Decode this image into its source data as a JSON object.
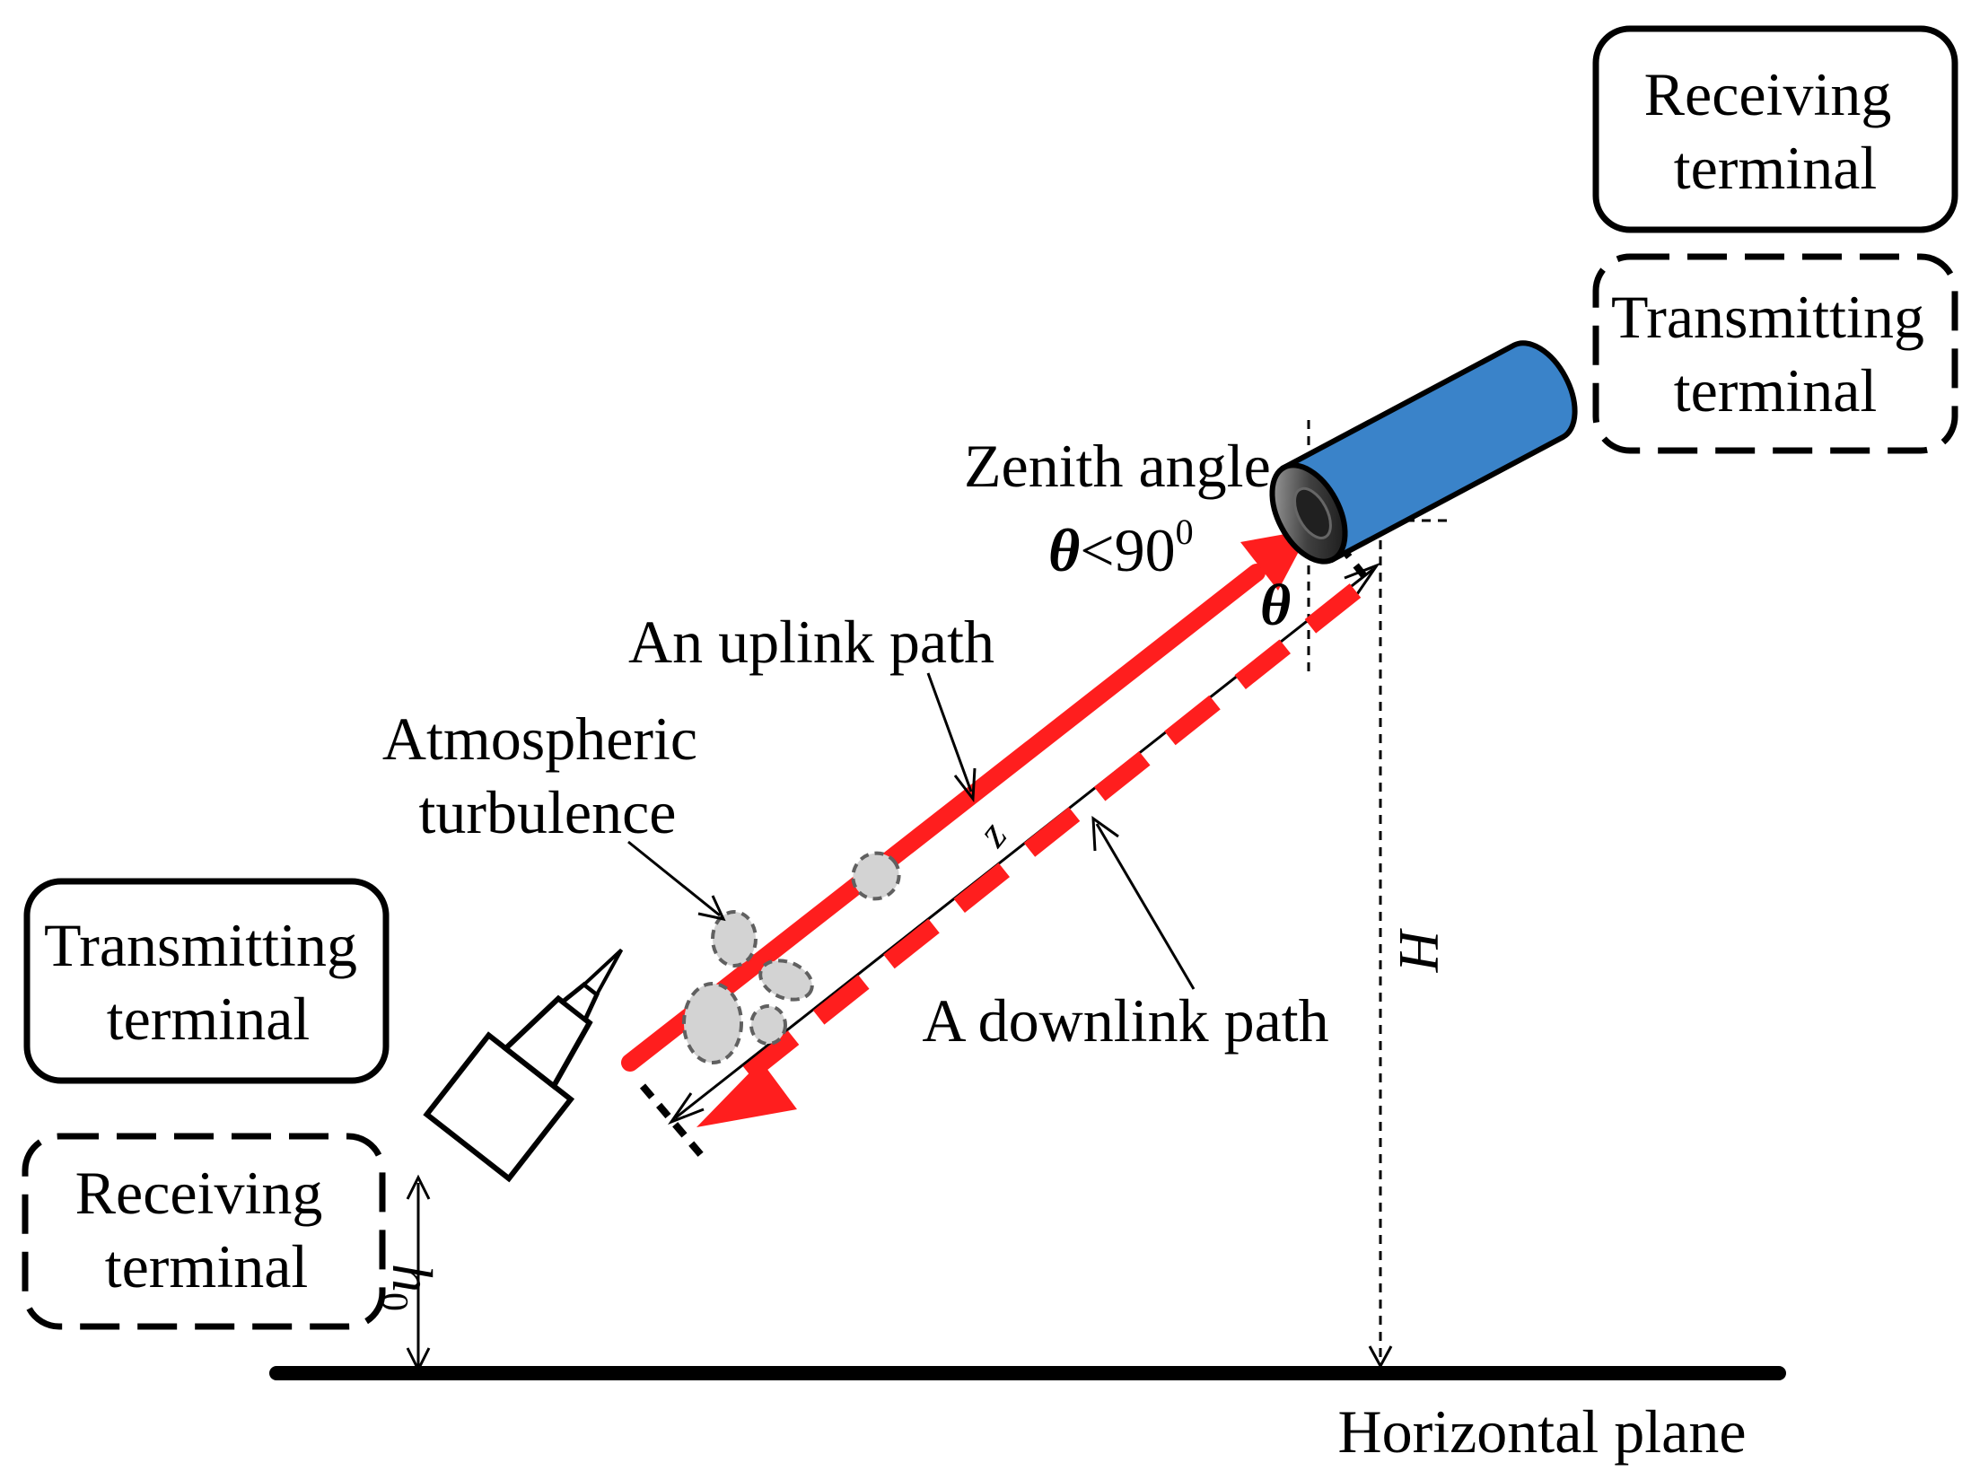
{
  "labels": {
    "top_receiving": [
      "Receiving",
      "terminal"
    ],
    "top_transmitting": [
      "Transmitting",
      "terminal"
    ],
    "bottom_transmitting": [
      "Transmitting",
      "terminal"
    ],
    "bottom_receiving": [
      "Receiving",
      "terminal"
    ],
    "zenith_angle": "Zenith angle",
    "theta_symbol": "θ",
    "theta_condition": "<90",
    "theta_superscript": "0",
    "theta_vertex": "θ",
    "uplink": "An uplink path",
    "downlink": "A downlink path",
    "atmospheric": [
      "Atmospheric",
      "turbulence"
    ],
    "z": "z",
    "H": "H",
    "h0_main": "h",
    "h0_sub": "0",
    "horizontal_plane": "Horizontal plane"
  },
  "colors": {
    "beam_red": "#ff1e1e",
    "telescope_blue": "#3a83c9",
    "turbulence_gray": "#d3d3d3",
    "outline": "#000000"
  }
}
